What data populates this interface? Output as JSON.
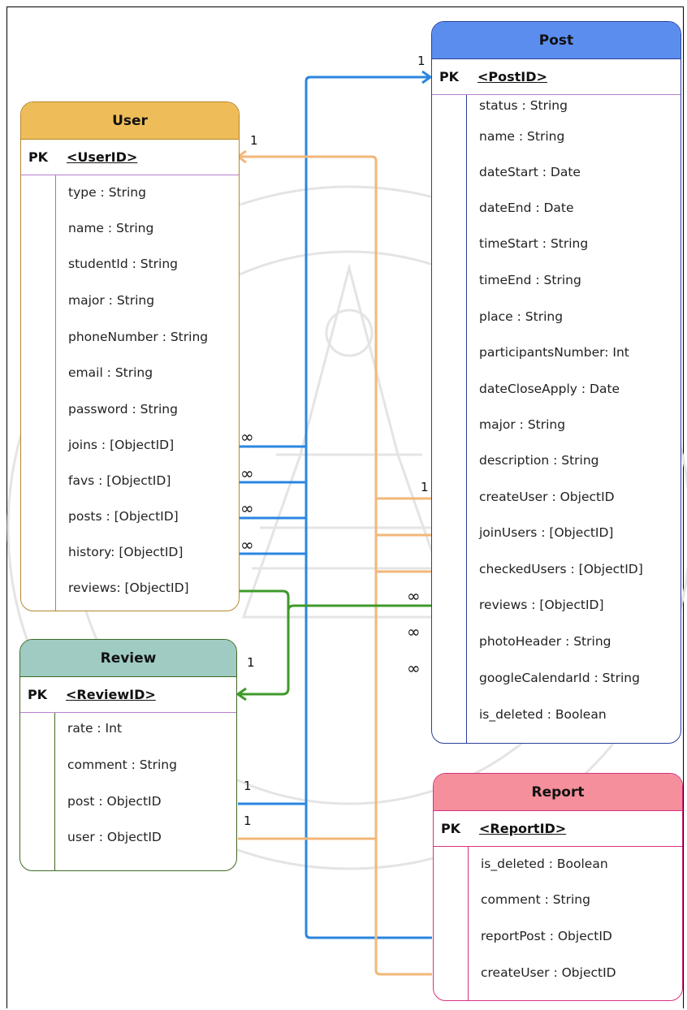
{
  "entities": {
    "user": {
      "title": "User",
      "pk_label": "PK",
      "pk_name": "<UserID>",
      "attrs": [
        "type : String",
        "name : String",
        "studentId : String",
        "major : String",
        "phoneNumber : String",
        "email : String",
        "password : String",
        "joins : [ObjectID]",
        "favs : [ObjectID]",
        "posts : [ObjectID]",
        "history: [ObjectID]",
        "reviews: [ObjectID]"
      ],
      "colors": {
        "header": "#eebd59",
        "border": "#b8862a",
        "line": "#b87fd0"
      }
    },
    "post": {
      "title": "Post",
      "pk_label": "PK",
      "pk_name": "<PostID>",
      "attrs": [
        "status : String",
        "name : String",
        "dateStart : Date",
        "dateEnd : Date",
        "timeStart : String",
        "timeEnd : String",
        "place : String",
        "participantsNumber: Int",
        "dateCloseApply : Date",
        "major : String",
        "description : String",
        "createUser : ObjectID",
        "joinUsers : [ObjectID]",
        "checkedUsers : [ObjectID]",
        "reviews : [ObjectID]",
        "photoHeader : String",
        "googleCalendarId : String",
        "is_deleted : Boolean"
      ],
      "colors": {
        "header": "#5b8def",
        "border": "#2a3f9a",
        "line": "#b87fd0"
      }
    },
    "review": {
      "title": "Review",
      "pk_label": "PK",
      "pk_name": "<ReviewID>",
      "attrs": [
        "rate : Int",
        "comment : String",
        "post : ObjectID",
        "user : ObjectID"
      ],
      "colors": {
        "header": "#9fcbc3",
        "border": "#3f6a25",
        "line": "#b87fd0"
      }
    },
    "report": {
      "title": "Report",
      "pk_label": "PK",
      "pk_name": "<ReportID>",
      "attrs": [
        "is_deleted : Boolean",
        "comment : String",
        "reportPost : ObjectID",
        "createUser : ObjectID"
      ],
      "colors": {
        "header": "#f48f9b",
        "border": "#d9307f",
        "line": "#d9307f"
      }
    }
  },
  "cardinalities": {
    "one": "1",
    "many": "∞"
  },
  "colors": {
    "blue_rel": "#2b86e0",
    "orange_rel": "#f2b77a",
    "green_rel": "#3f9a2a"
  }
}
